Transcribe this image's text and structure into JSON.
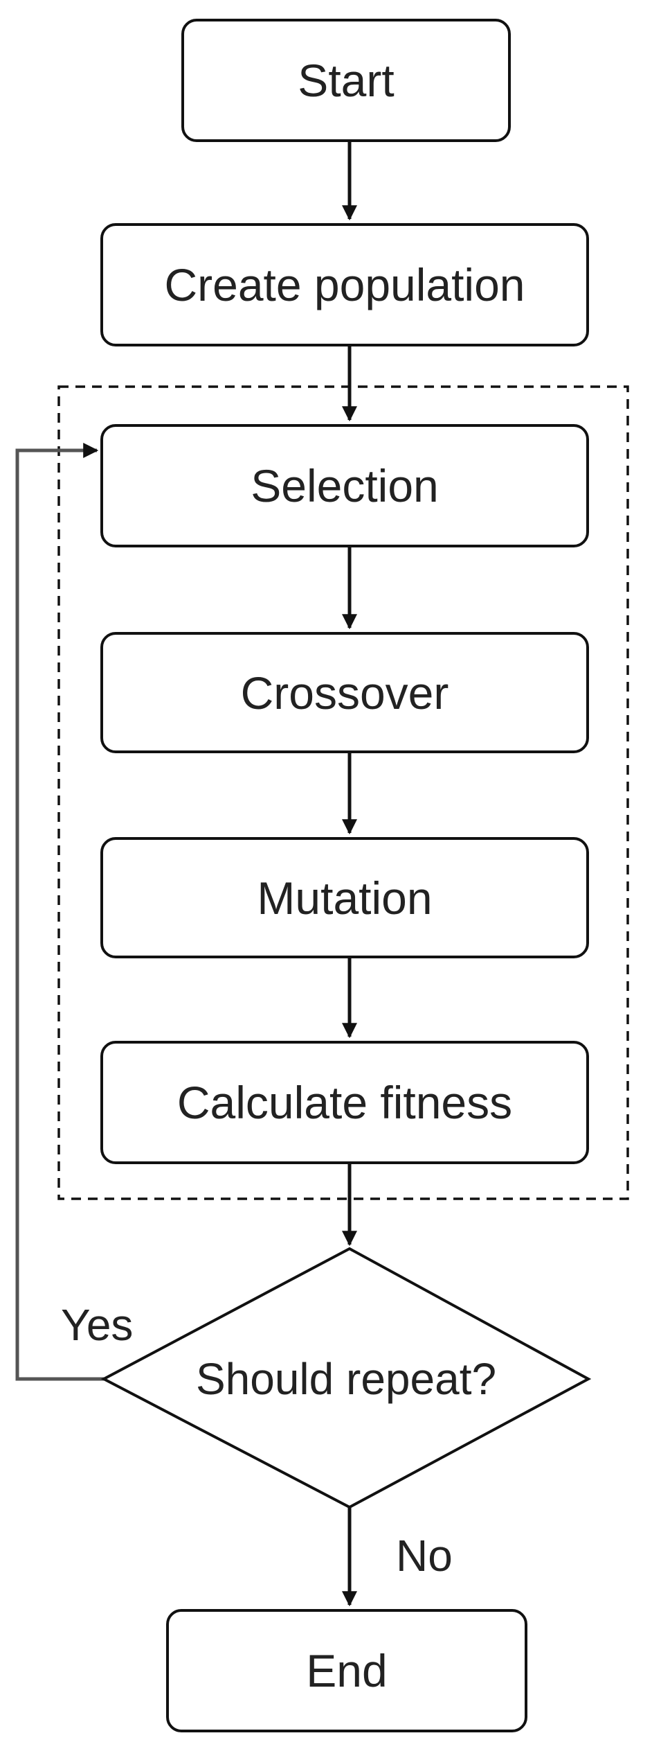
{
  "flowchart": {
    "start": "Start",
    "create_population": "Create population",
    "selection": "Selection",
    "crossover": "Crossover",
    "mutation": "Mutation",
    "calculate_fitness": "Calculate fitness",
    "decision": "Should repeat?",
    "yes": "Yes",
    "no": "No",
    "end": "End"
  },
  "colors": {
    "stroke": "#111111",
    "loop_line": "#555555",
    "text": "#222222"
  }
}
